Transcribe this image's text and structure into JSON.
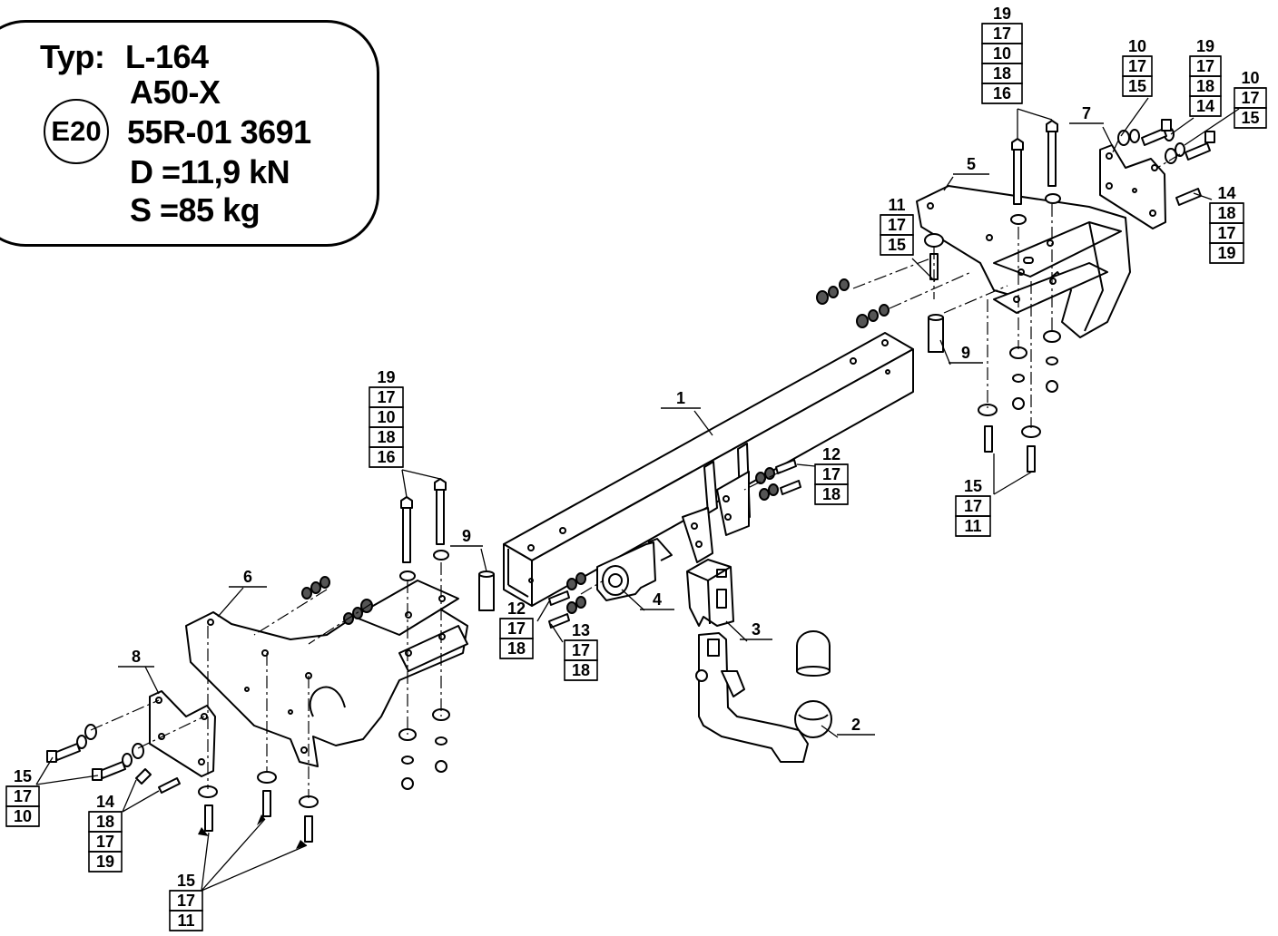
{
  "type_box": {
    "typ_label": "Typ:",
    "model": "L-164",
    "hitch_class": "A50-X",
    "approval_mark": "E20",
    "approval_number": "55R-01 3691",
    "d_value": "D =11,9 kN",
    "s_value": "S =85 kg"
  },
  "callouts": [
    {
      "id": "lbl-top-bolt-right",
      "labels": [
        "19",
        "17",
        "10",
        "18",
        "16"
      ]
    },
    {
      "id": "lbl-bracket7-a",
      "labels": [
        "10",
        "17",
        "15"
      ]
    },
    {
      "id": "lbl-bracket7-b",
      "labels": [
        "19",
        "17",
        "18",
        "14"
      ]
    },
    {
      "id": "lbl-bracket7-c",
      "labels": [
        "10",
        "17",
        "15"
      ]
    },
    {
      "id": "lbl-part-7",
      "labels": [
        "7"
      ]
    },
    {
      "id": "lbl-part-5",
      "labels": [
        "5"
      ]
    },
    {
      "id": "lbl-right-nut-set",
      "labels": [
        "11",
        "17",
        "15"
      ]
    },
    {
      "id": "lbl-right-side-bolt",
      "labels": [
        "14",
        "18",
        "17",
        "19"
      ]
    },
    {
      "id": "lbl-part-9-right",
      "labels": [
        "9"
      ]
    },
    {
      "id": "lbl-part-1",
      "labels": [
        "1"
      ]
    },
    {
      "id": "lbl-center-bolts",
      "labels": [
        "12",
        "17",
        "18"
      ]
    },
    {
      "id": "lbl-right-bottom-bolts",
      "labels": [
        "15",
        "17",
        "11"
      ]
    },
    {
      "id": "lbl-top-bolt-left",
      "labels": [
        "19",
        "17",
        "10",
        "18",
        "16"
      ]
    },
    {
      "id": "lbl-part-9-left",
      "labels": [
        "9"
      ]
    },
    {
      "id": "lbl-part-6",
      "labels": [
        "6"
      ]
    },
    {
      "id": "lbl-part-4",
      "labels": [
        "4"
      ]
    },
    {
      "id": "lbl-part-3",
      "labels": [
        "3"
      ]
    },
    {
      "id": "lbl-socket-bolts-a",
      "labels": [
        "12",
        "17",
        "18"
      ]
    },
    {
      "id": "lbl-socket-bolts-b",
      "labels": [
        "13",
        "17",
        "18"
      ]
    },
    {
      "id": "lbl-part-8",
      "labels": [
        "8"
      ]
    },
    {
      "id": "lbl-part-2",
      "labels": [
        "2"
      ]
    },
    {
      "id": "lbl-left-side-bolt-a",
      "labels": [
        "15",
        "17",
        "10"
      ]
    },
    {
      "id": "lbl-left-side-bolt-b",
      "labels": [
        "14",
        "18",
        "17",
        "19"
      ]
    },
    {
      "id": "lbl-left-bottom-bolts",
      "labels": [
        "15",
        "17",
        "11"
      ]
    }
  ]
}
